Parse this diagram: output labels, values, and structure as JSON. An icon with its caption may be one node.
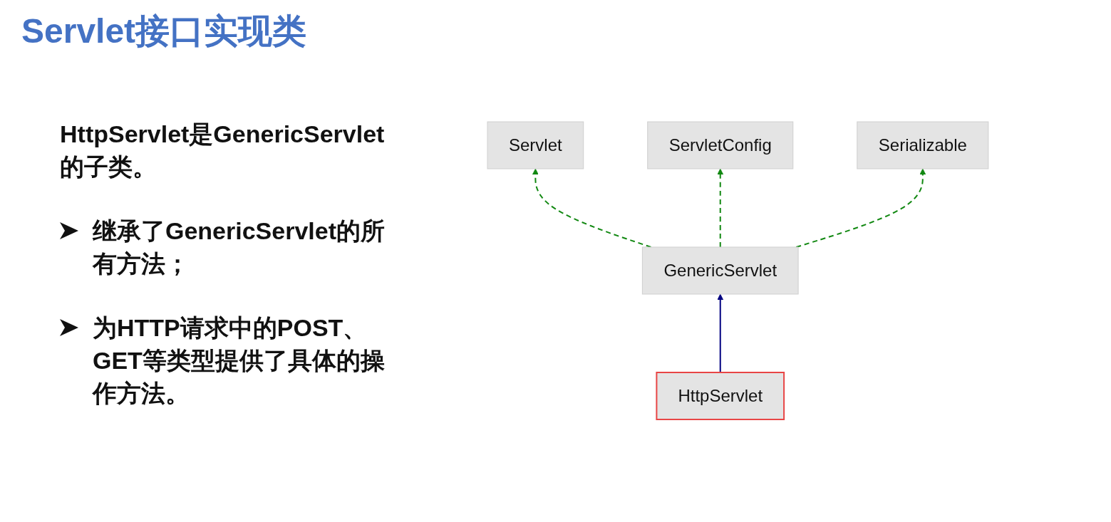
{
  "diagram": {
    "title": "Servlet接口实现类",
    "nodes": [
      {
        "text": [
          "Servlet"
        ]
      },
      {
        "text": [
          "ServletConfig"
        ]
      },
      {
        "text": [
          "Serializable"
        ]
      },
      {
        "text": [
          "GenericServlet"
        ]
      },
      {
        "text": [
          "HttpServlet"
        ]
      }
    ],
    "edges": [
      {
        "from": 3,
        "to": 0,
        "arrow": "to",
        "style": "dashed"
      },
      {
        "from": 3,
        "to": 1,
        "arrow": "to",
        "style": "dashed"
      },
      {
        "from": 3,
        "to": 2,
        "arrow": "to",
        "style": "dashed"
      },
      {
        "from": 4,
        "to": 3,
        "arrow": "to",
        "color": "#000080"
      }
    ],
    "labels": [
      "HttpServlet是GenericServlet的子类。",
      "继承了GenericServlet的所有方法；",
      "为HTTP请求中的POST、GET等类型提供了具体的操作方法。"
    ]
  }
}
